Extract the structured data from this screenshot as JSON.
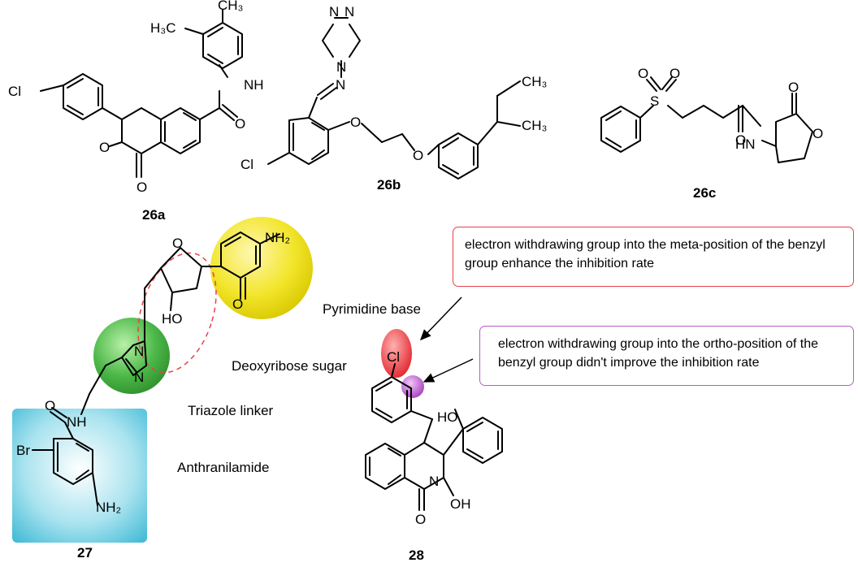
{
  "compounds": {
    "c26a": {
      "label": "26a"
    },
    "c26b": {
      "label": "26b"
    },
    "c26c": {
      "label": "26c"
    },
    "c27": {
      "label": "27"
    },
    "c28": {
      "label": "28"
    }
  },
  "atoms": {
    "cl": "Cl",
    "br": "Br",
    "o": "O",
    "s": "S",
    "n": "N",
    "nh": "NH",
    "hn": "HN",
    "ho": "HO",
    "oh": "OH",
    "h3c": "H₃C",
    "ch3": "CH₃",
    "nh2": "NH₂"
  },
  "regions": {
    "pyrimidine": "Pyrimidine base",
    "deoxyribose": "Deoxyribose sugar",
    "triazole": "Triazole linker",
    "anthranilamide": "Anthranilamide"
  },
  "notes": {
    "meta": "electron  withdrawing  group into the meta-position of the benzyl group enhance the inhibition rate",
    "ortho": "electron  withdrawing  group into the ortho-position of the benzyl group didn't improve the inhibition rate"
  },
  "colors": {
    "yellow": "#f2e52a",
    "green": "#4cb848",
    "blue": "#39b7d4",
    "red_marker": "#e8404a",
    "purple_marker": "#b65cc7",
    "red_dashed": "#e8404a"
  }
}
